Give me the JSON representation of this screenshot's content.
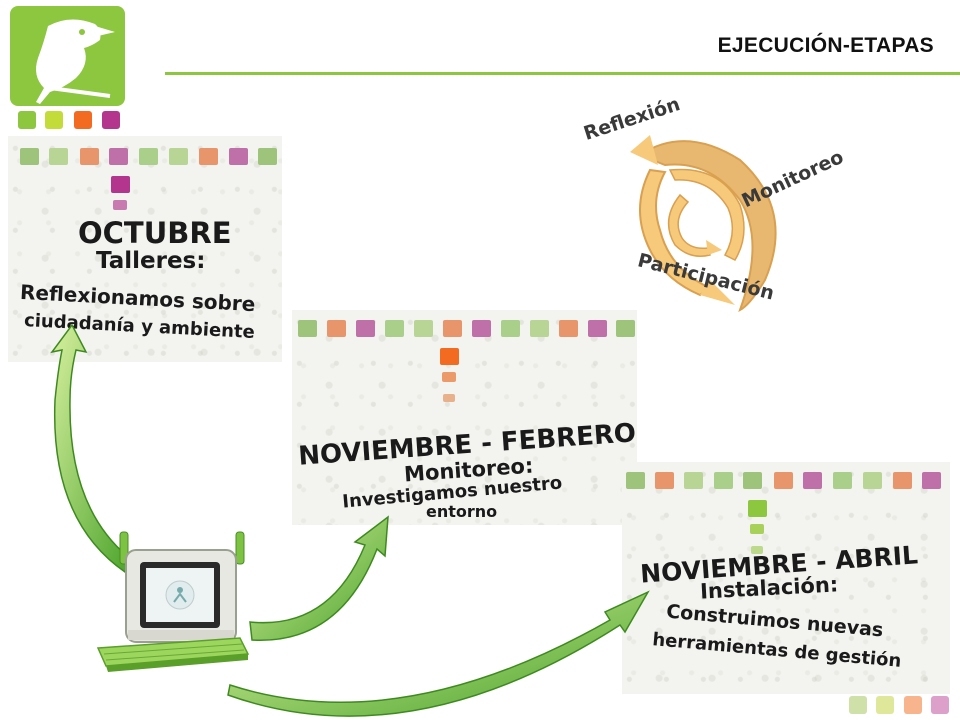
{
  "header": {
    "title": "EJECUCIÓN-ETAPAS"
  },
  "colors": {
    "green": "#8dc63f",
    "lime": "#a8d15a",
    "orange": "#f26b21",
    "magenta": "#b3358e",
    "pink": "#c85aa0",
    "cycle_arrow": "#f7c97a"
  },
  "icons": {
    "logo": "bird-logo-icon",
    "laptop": "laptop-icon"
  },
  "cycle": {
    "labels": [
      "Reflexión",
      "Monitoreo",
      "Participación"
    ]
  },
  "stages": [
    {
      "month": "OCTUBRE",
      "activity": "Talleres:",
      "desc1": "Reflexionamos sobre",
      "desc2": "ciudadanía y ambiente"
    },
    {
      "month": "NOVIEMBRE - FEBRERO",
      "activity": "Monitoreo:",
      "desc1": "Investigamos nuestro",
      "desc2": "entorno"
    },
    {
      "month": "NOVIEMBRE - ABRIL",
      "activity": "Instalación:",
      "desc1": "Construimos nuevas",
      "desc2": "herramientas de gestión"
    }
  ]
}
